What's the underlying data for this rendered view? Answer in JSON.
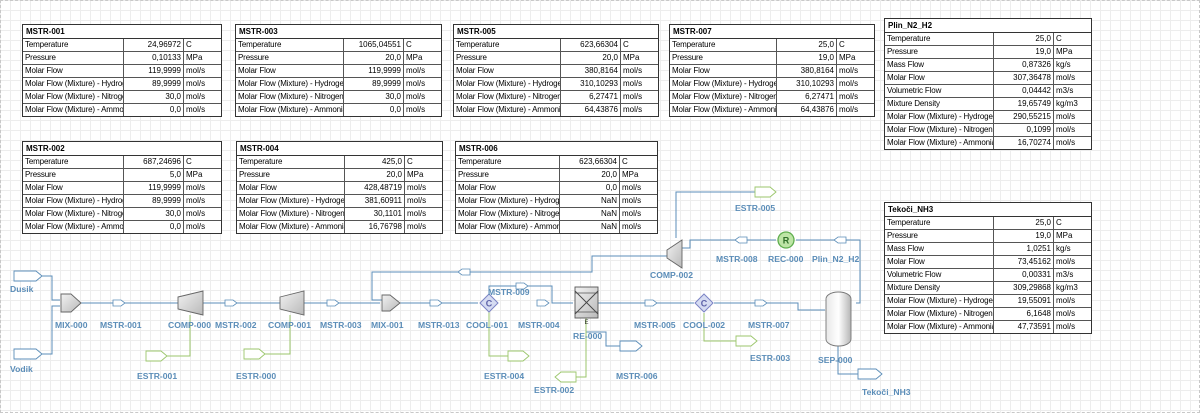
{
  "tables": [
    {
      "title": "MSTR-001",
      "rows": [
        {
          "name": "Temperature",
          "value": "24,96972",
          "unit": "C"
        },
        {
          "name": "Pressure",
          "value": "0,10133",
          "unit": "MPa"
        },
        {
          "name": "Molar Flow",
          "value": "119,9999",
          "unit": "mol/s"
        },
        {
          "name": "Molar Flow (Mixture) - Hydrogen",
          "value": "89,9999",
          "unit": "mol/s"
        },
        {
          "name": "Molar Flow (Mixture) - Nitrogen",
          "value": "30,0",
          "unit": "mol/s"
        },
        {
          "name": "Molar Flow (Mixture) - Ammonia",
          "value": "0,0",
          "unit": "mol/s"
        }
      ]
    },
    {
      "title": "MSTR-003",
      "rows": [
        {
          "name": "Temperature",
          "value": "1065,04551",
          "unit": "C"
        },
        {
          "name": "Pressure",
          "value": "20,0",
          "unit": "MPa"
        },
        {
          "name": "Molar Flow",
          "value": "119,9999",
          "unit": "mol/s"
        },
        {
          "name": "Molar Flow (Mixture) - Hydrogen",
          "value": "89,9999",
          "unit": "mol/s"
        },
        {
          "name": "Molar Flow (Mixture) - Nitrogen",
          "value": "30,0",
          "unit": "mol/s"
        },
        {
          "name": "Molar Flow (Mixture) - Ammonia",
          "value": "0,0",
          "unit": "mol/s"
        }
      ]
    },
    {
      "title": "MSTR-005",
      "rows": [
        {
          "name": "Temperature",
          "value": "623,66304",
          "unit": "C"
        },
        {
          "name": "Pressure",
          "value": "20,0",
          "unit": "MPa"
        },
        {
          "name": "Molar Flow",
          "value": "380,8164",
          "unit": "mol/s"
        },
        {
          "name": "Molar Flow (Mixture) - Hydrogen",
          "value": "310,10293",
          "unit": "mol/s"
        },
        {
          "name": "Molar Flow (Mixture) - Nitrogen",
          "value": "6,27471",
          "unit": "mol/s"
        },
        {
          "name": "Molar Flow (Mixture) - Ammonia",
          "value": "64,43876",
          "unit": "mol/s"
        }
      ]
    },
    {
      "title": "MSTR-007",
      "rows": [
        {
          "name": "Temperature",
          "value": "25,0",
          "unit": "C"
        },
        {
          "name": "Pressure",
          "value": "19,0",
          "unit": "MPa"
        },
        {
          "name": "Molar Flow",
          "value": "380,8164",
          "unit": "mol/s"
        },
        {
          "name": "Molar Flow (Mixture) - Hydrogen",
          "value": "310,10293",
          "unit": "mol/s"
        },
        {
          "name": "Molar Flow (Mixture) - Nitrogen",
          "value": "6,27471",
          "unit": "mol/s"
        },
        {
          "name": "Molar Flow (Mixture) - Ammonia",
          "value": "64,43876",
          "unit": "mol/s"
        }
      ]
    },
    {
      "title": "Plin_N2_H2",
      "rows": [
        {
          "name": "Temperature",
          "value": "25,0",
          "unit": "C"
        },
        {
          "name": "Pressure",
          "value": "19,0",
          "unit": "MPa"
        },
        {
          "name": "Mass Flow",
          "value": "0,87326",
          "unit": "kg/s"
        },
        {
          "name": "Molar Flow",
          "value": "307,36478",
          "unit": "mol/s"
        },
        {
          "name": "Volumetric Flow",
          "value": "0,04442",
          "unit": "m3/s"
        },
        {
          "name": "Mixture Density",
          "value": "19,65749",
          "unit": "kg/m3"
        },
        {
          "name": "Molar Flow (Mixture) - Hydrogen",
          "value": "290,55215",
          "unit": "mol/s"
        },
        {
          "name": "Molar Flow (Mixture) - Nitrogen",
          "value": "0,1099",
          "unit": "mol/s"
        },
        {
          "name": "Molar Flow (Mixture) - Ammonia",
          "value": "16,70274",
          "unit": "mol/s"
        }
      ]
    },
    {
      "title": "MSTR-002",
      "rows": [
        {
          "name": "Temperature",
          "value": "687,24696",
          "unit": "C"
        },
        {
          "name": "Pressure",
          "value": "5,0",
          "unit": "MPa"
        },
        {
          "name": "Molar Flow",
          "value": "119,9999",
          "unit": "mol/s"
        },
        {
          "name": "Molar Flow (Mixture) - Hydrogen",
          "value": "89,9999",
          "unit": "mol/s"
        },
        {
          "name": "Molar Flow (Mixture) - Nitrogen",
          "value": "30,0",
          "unit": "mol/s"
        },
        {
          "name": "Molar Flow (Mixture) - Ammonia",
          "value": "0,0",
          "unit": "mol/s"
        }
      ]
    },
    {
      "title": "MSTR-004",
      "rows": [
        {
          "name": "Temperature",
          "value": "425,0",
          "unit": "C"
        },
        {
          "name": "Pressure",
          "value": "20,0",
          "unit": "MPa"
        },
        {
          "name": "Molar Flow",
          "value": "428,48719",
          "unit": "mol/s"
        },
        {
          "name": "Molar Flow (Mixture) - Hydrogen",
          "value": "381,60911",
          "unit": "mol/s"
        },
        {
          "name": "Molar Flow (Mixture) - Nitrogen",
          "value": "30,1101",
          "unit": "mol/s"
        },
        {
          "name": "Molar Flow (Mixture) - Ammonia",
          "value": "16,76798",
          "unit": "mol/s"
        }
      ]
    },
    {
      "title": "MSTR-006",
      "rows": [
        {
          "name": "Temperature",
          "value": "623,66304",
          "unit": "C"
        },
        {
          "name": "Pressure",
          "value": "20,0",
          "unit": "MPa"
        },
        {
          "name": "Molar Flow",
          "value": "0,0",
          "unit": "mol/s"
        },
        {
          "name": "Molar Flow (Mixture) - Hydrogen",
          "value": "NaN",
          "unit": "mol/s"
        },
        {
          "name": "Molar Flow (Mixture) - Nitrogen",
          "value": "NaN",
          "unit": "mol/s"
        },
        {
          "name": "Molar Flow (Mixture) - Ammonia",
          "value": "NaN",
          "unit": "mol/s"
        }
      ]
    },
    {
      "title": "Tekoči_NH3",
      "rows": [
        {
          "name": "Temperature",
          "value": "25,0",
          "unit": "C"
        },
        {
          "name": "Pressure",
          "value": "19,0",
          "unit": "MPa"
        },
        {
          "name": "Mass Flow",
          "value": "1,0251",
          "unit": "kg/s"
        },
        {
          "name": "Molar Flow",
          "value": "73,45162",
          "unit": "mol/s"
        },
        {
          "name": "Volumetric Flow",
          "value": "0,00331",
          "unit": "m3/s"
        },
        {
          "name": "Mixture Density",
          "value": "309,29868",
          "unit": "kg/m3"
        },
        {
          "name": "Molar Flow (Mixture) - Hydrogen",
          "value": "19,55091",
          "unit": "mol/s"
        },
        {
          "name": "Molar Flow (Mixture) - Nitrogen",
          "value": "6,1648",
          "unit": "mol/s"
        },
        {
          "name": "Molar Flow (Mixture) - Ammonia",
          "value": "47,73591",
          "unit": "mol/s"
        }
      ]
    }
  ],
  "labels": {
    "dusik": "Dusik",
    "vodik": "Vodik",
    "mix000": "MIX-000",
    "mstr001": "MSTR-001",
    "comp000": "COMP-000",
    "mstr002": "MSTR-002",
    "comp001": "COMP-001",
    "mstr003": "MSTR-003",
    "mix001": "MIX-001",
    "mstr013": "MSTR-013",
    "cool001": "COOL-001",
    "mstr004": "MSTR-004",
    "mstr009": "MSTR-009",
    "re000": "RE-000",
    "mstr005": "MSTR-005",
    "cool002": "COOL-002",
    "mstr007": "MSTR-007",
    "sep000": "SEP-000",
    "comp002": "COMP-002",
    "mstr008": "MSTR-008",
    "rec000": "REC-000",
    "plin": "Plin_N2_H2",
    "estr005": "ESTR-005",
    "estr001": "ESTR-001",
    "estr000": "ESTR-000",
    "estr004": "ESTR-004",
    "estr002": "ESTR-002",
    "mstr006": "MSTR-006",
    "estr003": "ESTR-003",
    "tekoci": "Tekoči_NH3",
    "rec_letter": "R",
    "re_letter": "E"
  },
  "colors": {
    "stream": "#5b8db8",
    "label": "#5b8db8",
    "energy": "#9bc66b",
    "recycle": "#7cc36b"
  }
}
